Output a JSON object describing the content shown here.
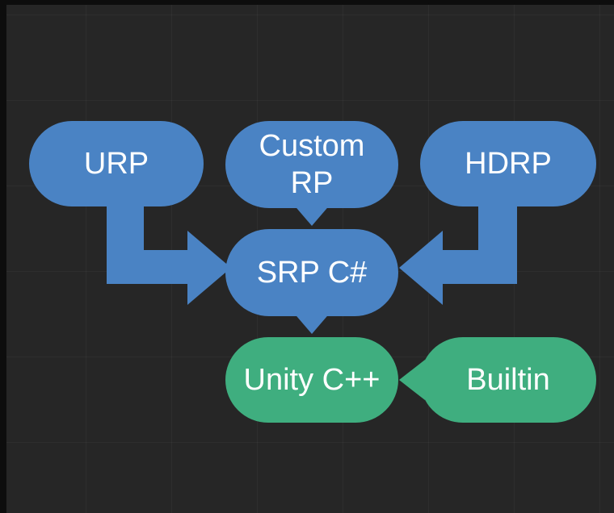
{
  "colors": {
    "background": "#262626",
    "blue": "#4a83c4",
    "green": "#3fae7f",
    "text": "#ffffff"
  },
  "nodes": {
    "urp": "URP",
    "custom_rp_line1": "Custom",
    "custom_rp_line2": "RP",
    "hdrp": "HDRP",
    "srp": "SRP C#",
    "unity": "Unity C++",
    "builtin": "Builtin"
  }
}
